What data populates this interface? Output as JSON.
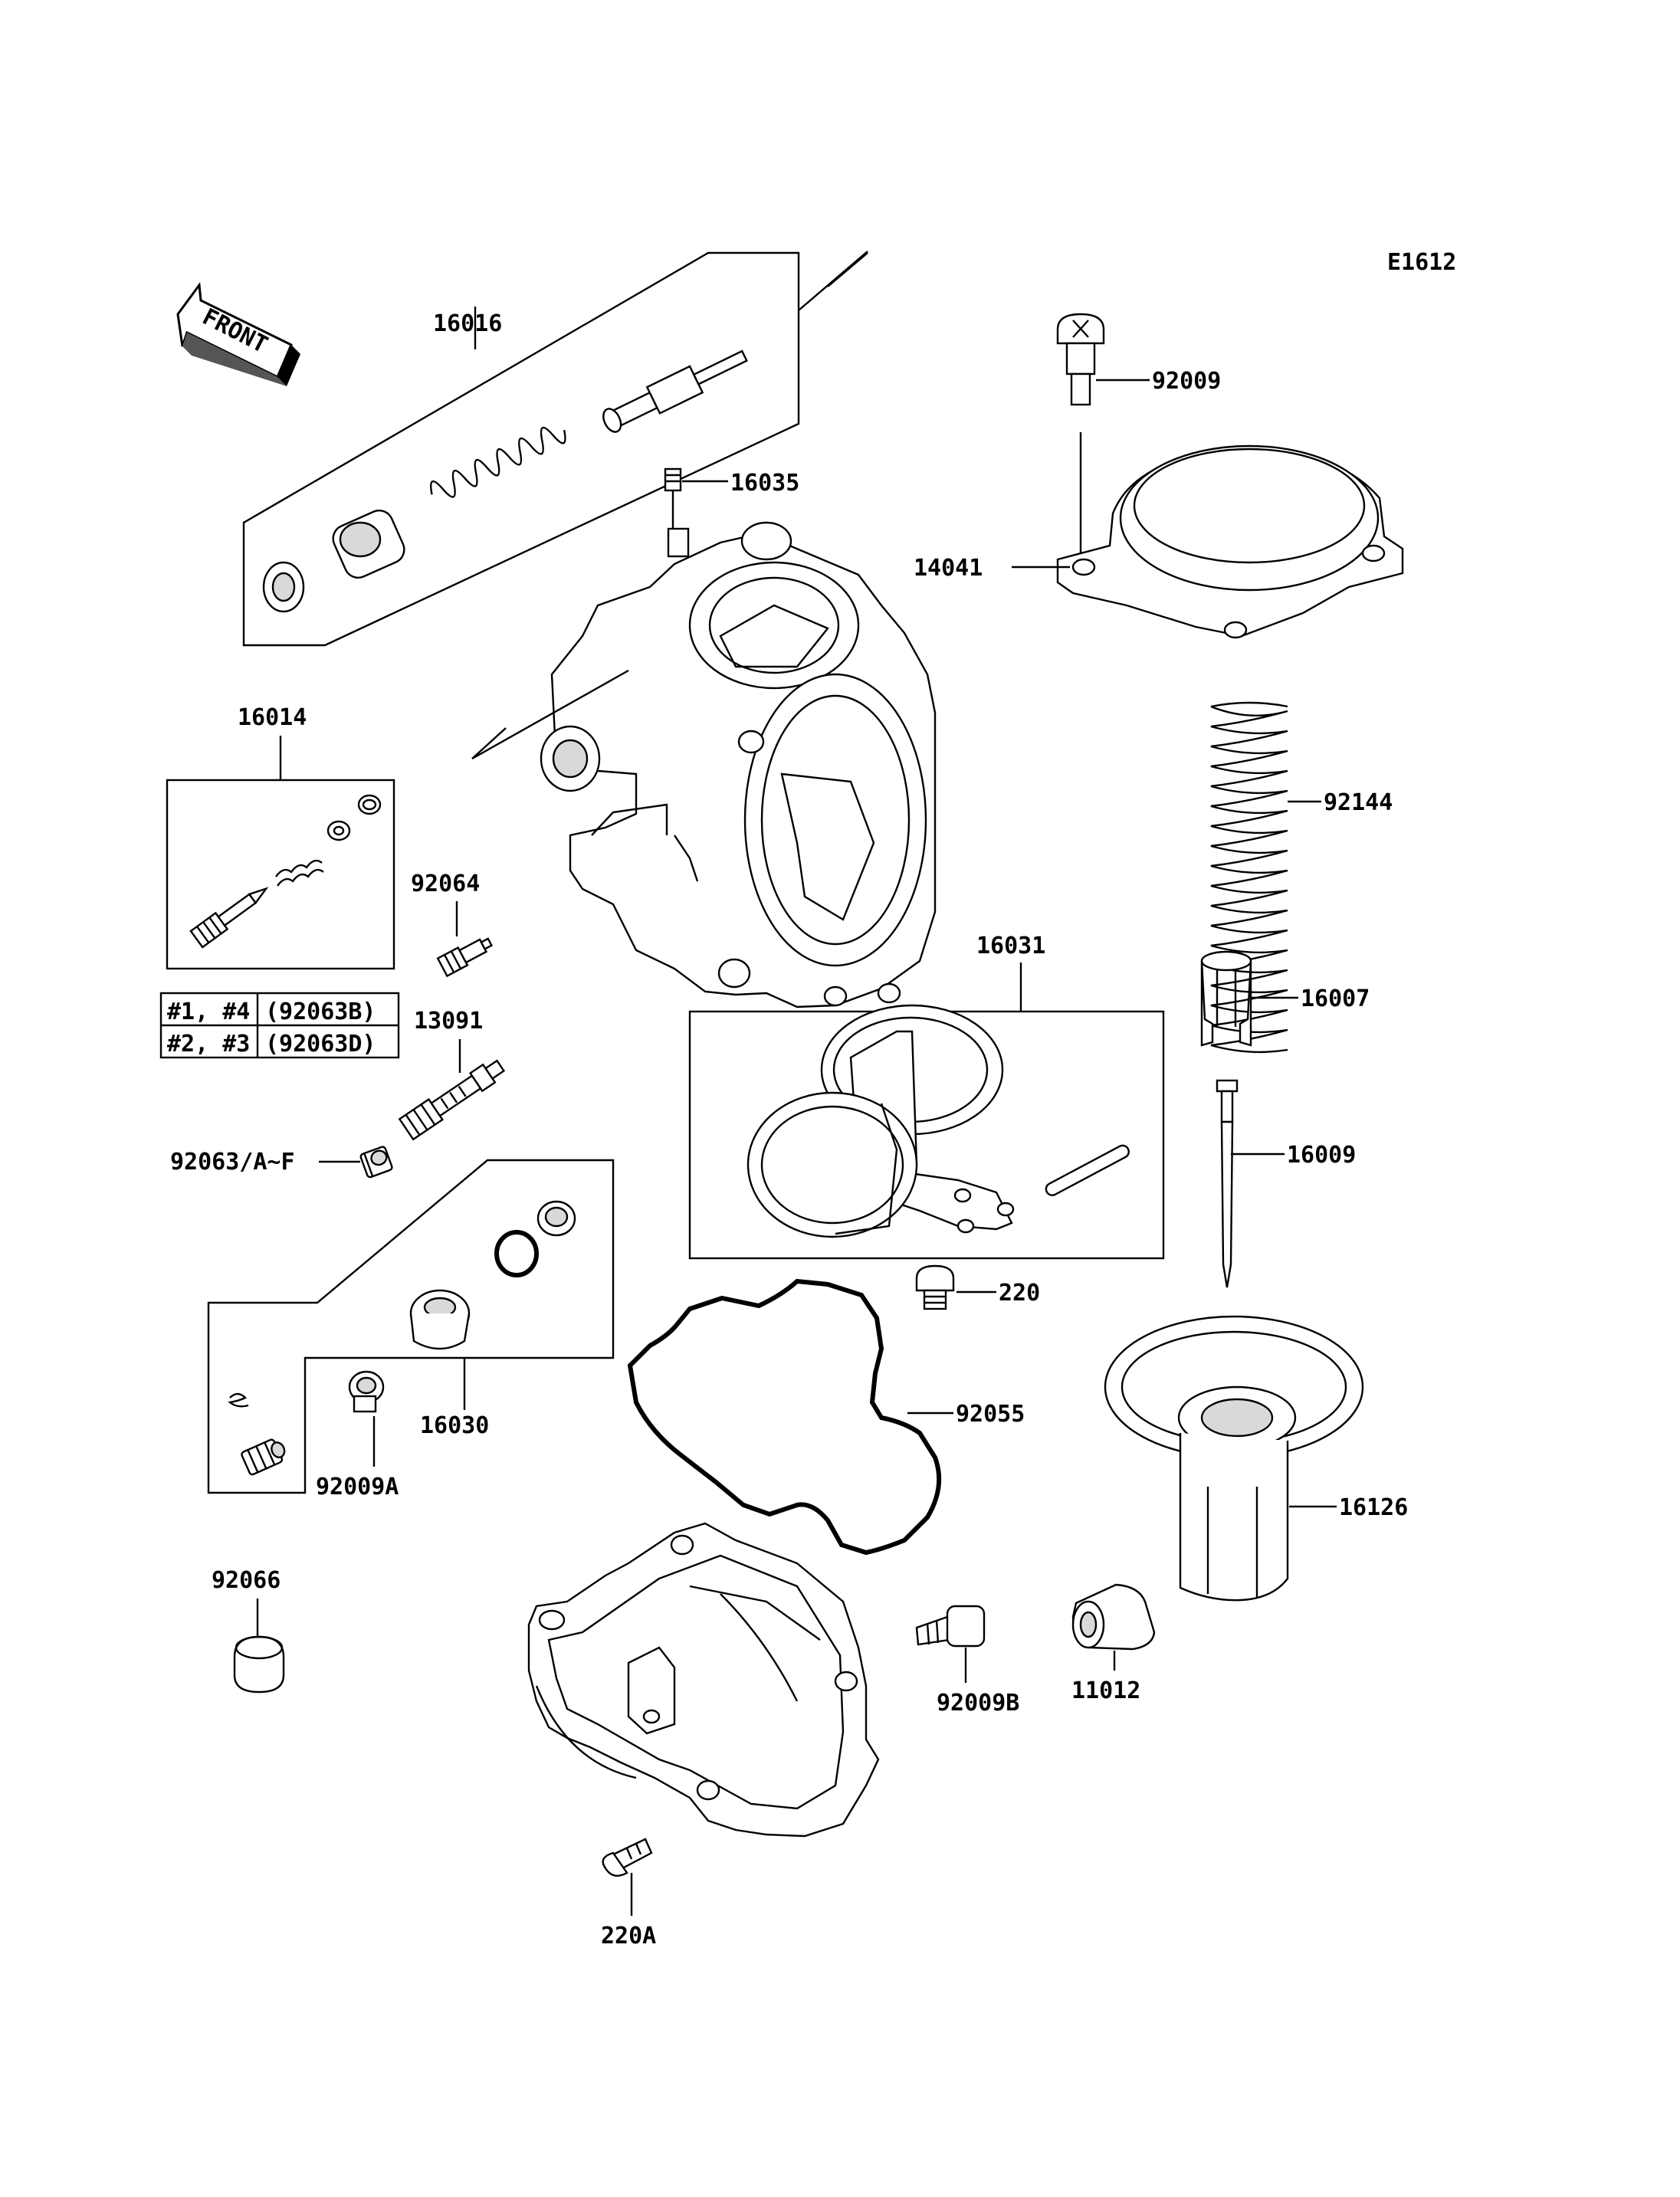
{
  "diagram_code": "E1612",
  "front_marker": "FRONT",
  "labels": {
    "p16016": "16016",
    "p16035": "16035",
    "p92009": "92009",
    "p14041": "14041",
    "p16014": "16014",
    "p92064": "92064",
    "p92144": "92144",
    "p16031": "16031",
    "p16007": "16007",
    "p13091": "13091",
    "p92063": "92063/A~F",
    "p16009": "16009",
    "p220": "220",
    "p92055": "92055",
    "p16030": "16030",
    "p92009A": "92009A",
    "p16126": "16126",
    "p92066": "92066",
    "p92009B": "92009B",
    "p11012": "11012",
    "p220A": "220A"
  },
  "variant_table": {
    "rows": [
      {
        "cylinders": "#1, #4",
        "part": "(92063B)"
      },
      {
        "cylinders": "#2, #3",
        "part": "(92063D)"
      }
    ]
  }
}
